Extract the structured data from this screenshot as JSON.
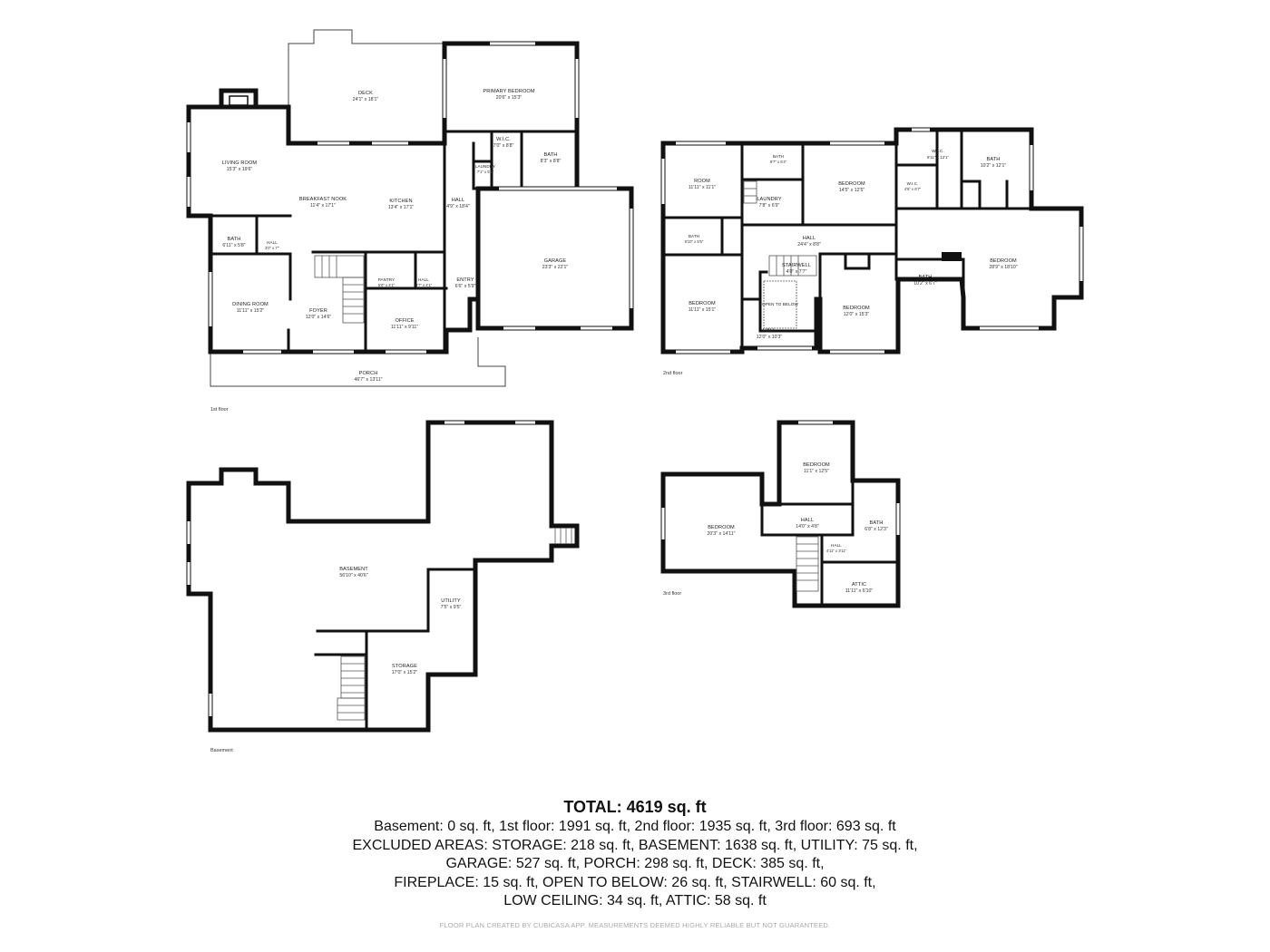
{
  "floors": [
    {
      "id": "first",
      "label": "1st floor",
      "rooms": [
        {
          "name": "DECK",
          "dims": "24'1\" x 18'1\""
        },
        {
          "name": "PRIMARY BEDROOM",
          "dims": "20'6\" x 15'3\""
        },
        {
          "name": "W.I.C.",
          "dims": "7'0\" x 8'8\""
        },
        {
          "name": "BATH",
          "dims": "8'3\" x 8'8\""
        },
        {
          "name": "LAUNDRY",
          "dims": "7'1\" x 5'5\""
        },
        {
          "name": "LIVING ROOM",
          "dims": "15'3\" x 19'6\""
        },
        {
          "name": "BREAKFAST NOOK",
          "dims": "11'4\" x 17'1\""
        },
        {
          "name": "KITCHEN",
          "dims": "13'4\" x 17'1\""
        },
        {
          "name": "HALL",
          "dims": "4'9\" x 18'4\""
        },
        {
          "name": "GARAGE",
          "dims": "23'3\" x 22'1\""
        },
        {
          "name": "BATH",
          "dims": "6'11\" x 5'8\""
        },
        {
          "name": "HALL",
          "dims": "3'0\" x 7'\""
        },
        {
          "name": "PANTRY",
          "dims": "5'0\" x 4'1\""
        },
        {
          "name": "HALL",
          "dims": "3'7\" x 4'1\""
        },
        {
          "name": "ENTRY",
          "dims": "6'6\" x 5'9\""
        },
        {
          "name": "DINING ROOM",
          "dims": "11'11\" x 15'2\""
        },
        {
          "name": "FOYER",
          "dims": "12'0\" x 14'6\""
        },
        {
          "name": "OFFICE",
          "dims": "11'11\" x 9'11\""
        },
        {
          "name": "PORCH",
          "dims": "46'7\" x 13'11\""
        }
      ]
    },
    {
      "id": "second",
      "label": "2nd floor",
      "rooms": [
        {
          "name": "ROOM",
          "dims": "11'11\" x 11'1\""
        },
        {
          "name": "BATH",
          "dims": "9'7\" x 5'4\""
        },
        {
          "name": "LAUNDRY",
          "dims": "7'8\" x 6'9\""
        },
        {
          "name": "BEDROOM",
          "dims": "14'5\" x 12'5\""
        },
        {
          "name": "W.I.C.",
          "dims": "9'11\" x 12'1\""
        },
        {
          "name": "W.I.C.",
          "dims": "4'6\" x 6'7\""
        },
        {
          "name": "BATH",
          "dims": "10'2\" x 12'1\""
        },
        {
          "name": "BATH",
          "dims": "8'10\" x 5'5\""
        },
        {
          "name": "HALL",
          "dims": "24'4\" x 8'8\""
        },
        {
          "name": "STAIRWELL",
          "dims": "4'0\" x 7'7\""
        },
        {
          "name": "BEDROOM",
          "dims": "28'9\" x 18'10\""
        },
        {
          "name": "BATH",
          "dims": "10'2\" x 6'7\""
        },
        {
          "name": "OPEN TO BELOW",
          "dims": ""
        },
        {
          "name": "BEDROOM",
          "dims": "11'11\" x 15'1\""
        },
        {
          "name": "BEDROOM",
          "dims": "12'0\" x 15'3\""
        },
        {
          "name": "HALL",
          "dims": "12'0\" x 10'3\""
        }
      ]
    },
    {
      "id": "basement",
      "label": "Basement",
      "rooms": [
        {
          "name": "BASEMENT",
          "dims": "56'10\" x 40'6\""
        },
        {
          "name": "UTILITY",
          "dims": "7'5\" x 9'5\""
        },
        {
          "name": "STORAGE",
          "dims": "17'0\" x 15'2\""
        }
      ]
    },
    {
      "id": "third",
      "label": "3rd floor",
      "rooms": [
        {
          "name": "BEDROOM",
          "dims": "11'1\" x 12'5\""
        },
        {
          "name": "BEDROOM",
          "dims": "20'3\" x 14'11\""
        },
        {
          "name": "HALL",
          "dims": "14'0\" x 4'8\""
        },
        {
          "name": "BATH",
          "dims": "6'8\" x 12'3\""
        },
        {
          "name": "HALL",
          "dims": "4'11\" x 3'11\""
        },
        {
          "name": "ATTIC",
          "dims": "11'11\" x 6'10\""
        }
      ]
    }
  ],
  "summary": {
    "total": "TOTAL: 4619 sq. ft",
    "lines": [
      "Basement: 0 sq. ft, 1st floor: 1991 sq. ft, 2nd floor: 1935 sq. ft, 3rd floor: 693 sq. ft",
      "EXCLUDED AREAS: STORAGE: 218 sq. ft, BASEMENT: 1638 sq. ft, UTILITY: 75 sq. ft,",
      "GARAGE: 527 sq. ft, PORCH: 298 sq. ft, DECK: 385 sq. ft,",
      "FIREPLACE: 15 sq. ft, OPEN TO BELOW: 26 sq. ft, STAIRWELL: 60 sq. ft,",
      "LOW CEILING: 34 sq. ft, ATTIC: 58 sq. ft"
    ]
  },
  "footer": "FLOOR PLAN CREATED BY CUBICASA APP. MEASUREMENTS DEEMED HIGHLY RELIABLE BUT NOT GUARANTEED."
}
